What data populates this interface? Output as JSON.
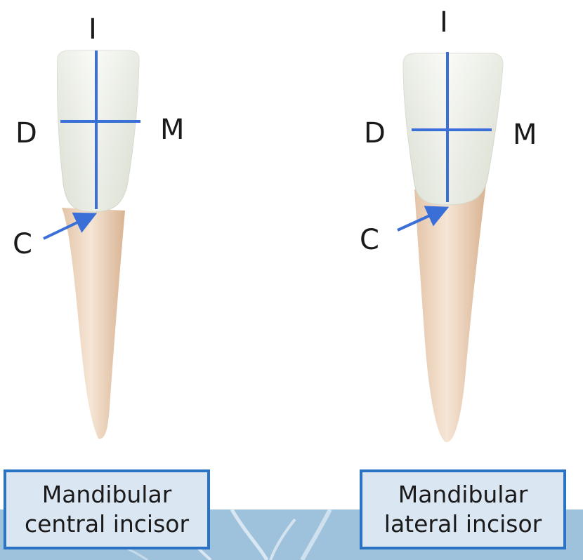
{
  "colors": {
    "axis_line": "#3a6fd8",
    "caption_border": "#2a73c4",
    "caption_fill": "#dbe6f3",
    "footer_band": "#9fc2dc",
    "crown_enamel": "#ebefe6",
    "root": "#eccfb6"
  },
  "teeth": [
    {
      "labels": {
        "incisal": "I",
        "distal": "D",
        "mesial": "M",
        "cervical": "C"
      },
      "caption": {
        "line1": "Mandibular",
        "line2": "central incisor"
      }
    },
    {
      "labels": {
        "incisal": "I",
        "distal": "D",
        "mesial": "M",
        "cervical": "C"
      },
      "caption": {
        "line1": "Mandibular",
        "line2": "lateral incisor"
      }
    }
  ]
}
